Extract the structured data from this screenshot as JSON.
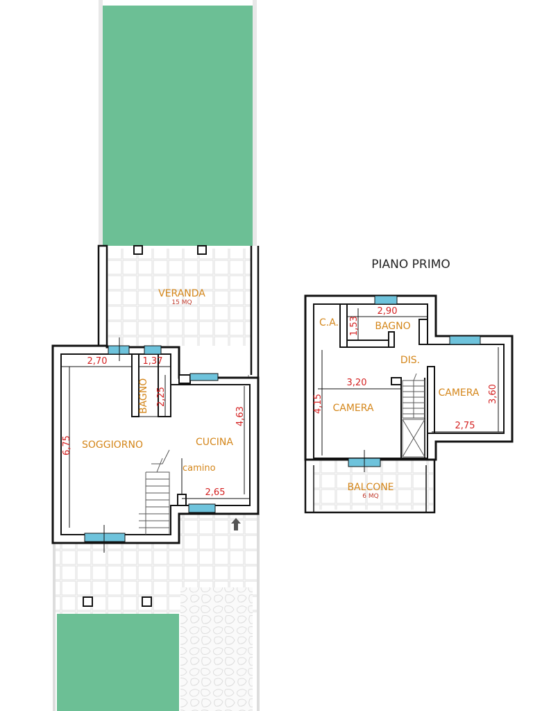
{
  "colors": {
    "lawn": "#6cbf95",
    "wall": "#111111",
    "window": "#6ec3dc",
    "label": "#d4861a",
    "dimension": "#d42020",
    "tile": "#e6e6e6"
  },
  "ground_floor": {
    "veranda": {
      "label": "VERANDA",
      "area": "15 MQ"
    },
    "rooms": {
      "soggiorno": "SOGGIORNO",
      "cucina": "CUCINA",
      "bagno": "BAGNO",
      "camino": "camino"
    },
    "dimensions": {
      "soggiorno_width": "2,70",
      "bagno_width": "1,37",
      "bagno_depth": "2,25",
      "soggiorno_length": "6,75",
      "cucina_length": "4,63",
      "cucina_width": "2,65"
    }
  },
  "first_floor": {
    "title": "PIANO PRIMO",
    "rooms": {
      "ca": "C.A.",
      "bagno": "BAGNO",
      "dis": "DIS.",
      "camera_left": "CAMERA",
      "camera_right": "CAMERA"
    },
    "balcone": {
      "label": "BALCONE",
      "area": "6 MQ"
    },
    "dimensions": {
      "bagno_width": "2,90",
      "bagno_depth": "1,53",
      "camera_left_width": "3,20",
      "camera_left_length": "4,15",
      "camera_right_length": "3,60",
      "camera_right_width": "2,75"
    }
  }
}
